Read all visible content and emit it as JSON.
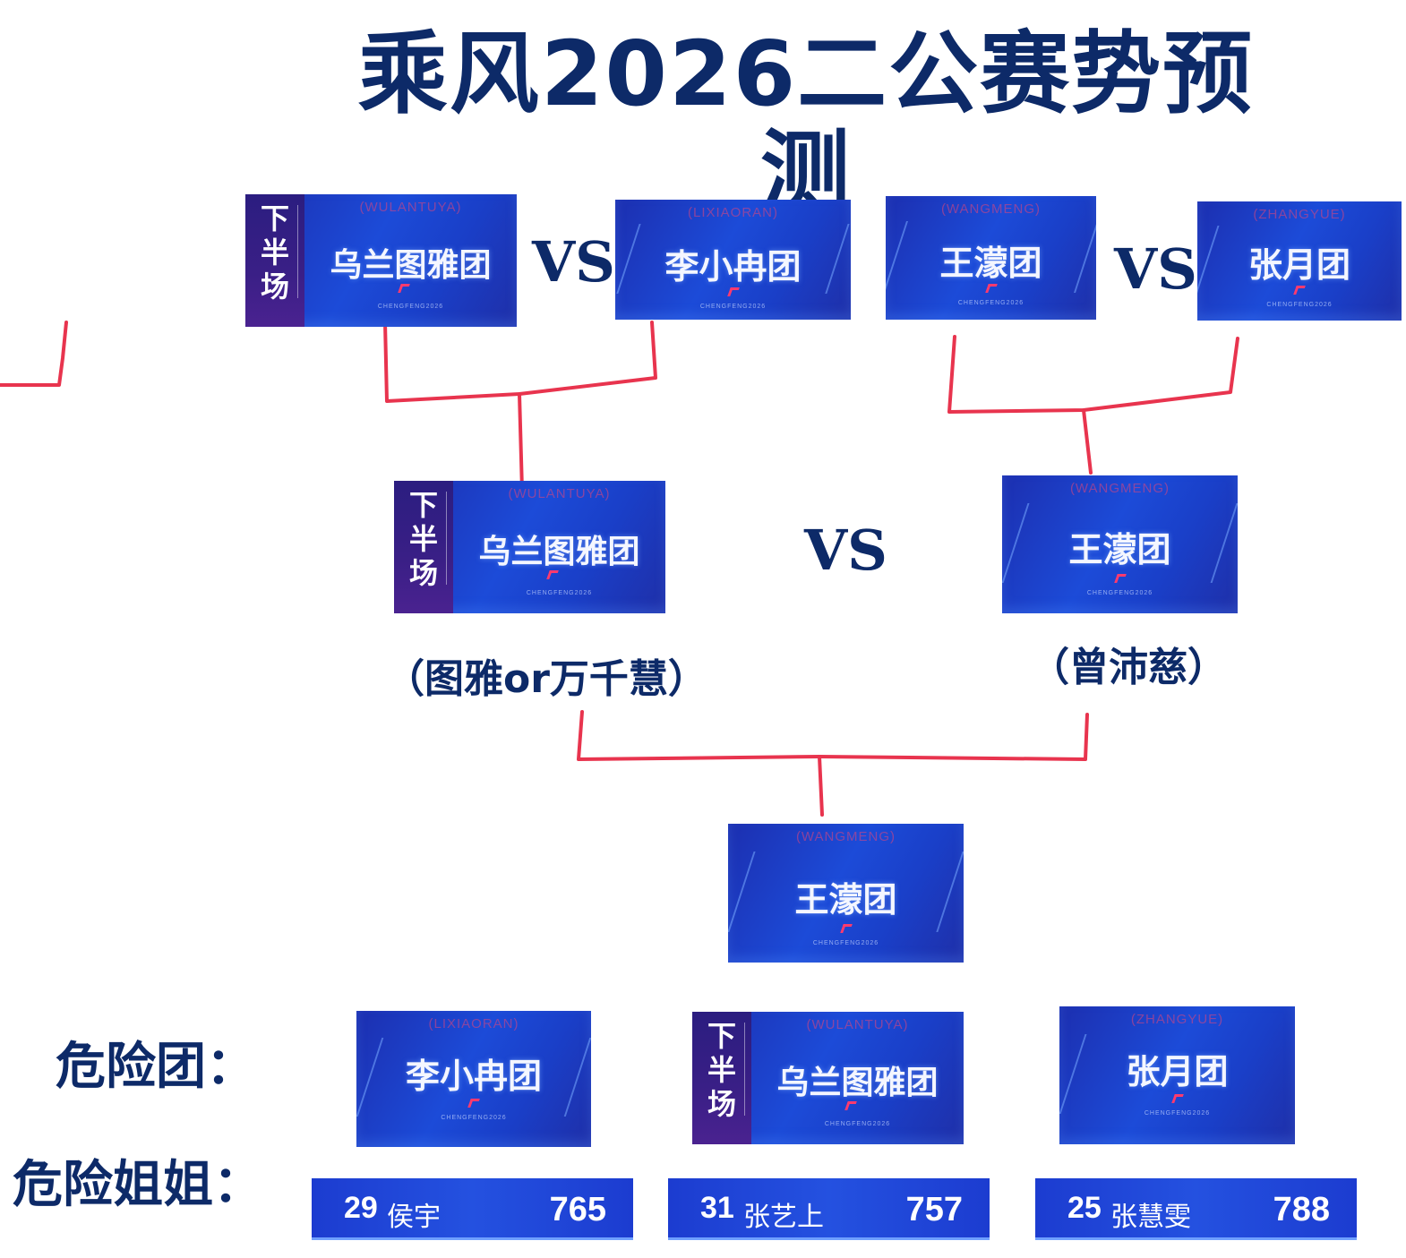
{
  "title": "乘风2026二公赛势预测",
  "vs_label": "VS",
  "tag_vertical": "下半场",
  "round1": {
    "left_a": {
      "name": "乌兰图雅团",
      "pinyin": "(WULANTUYA)"
    },
    "left_b": {
      "name": "李小冉团",
      "pinyin": "(LIXIAORAN)"
    },
    "right_a": {
      "name": "王濛团",
      "pinyin": "(WANGMENG)"
    },
    "right_b": {
      "name": "张月团",
      "pinyin": "(ZHANGYUE)"
    }
  },
  "round2": {
    "left": {
      "name": "乌兰图雅团",
      "pinyin": "(WULANTUYA)",
      "note": "（图雅or万千慧）"
    },
    "right": {
      "name": "王濛团",
      "pinyin": "(WANGMENG)",
      "note": "（曾沛慈）"
    }
  },
  "final": {
    "name": "王濛团",
    "pinyin": "(WANGMENG)"
  },
  "danger_teams": {
    "label": "危险团：",
    "items": [
      {
        "name": "李小冉团",
        "pinyin": "(LIXIAORAN)"
      },
      {
        "name": "乌兰图雅团",
        "pinyin": "(WULANTUYA)"
      },
      {
        "name": "张月团",
        "pinyin": "(ZHANGYUE)"
      }
    ]
  },
  "danger_sisters": {
    "label": "危险姐姐：",
    "items": [
      {
        "rank": "29",
        "name": "侯宇",
        "score": "765"
      },
      {
        "rank": "31",
        "name": "张艺上",
        "score": "757"
      },
      {
        "rank": "25",
        "name": "张慧雯",
        "score": "788"
      }
    ]
  },
  "card_footer": "CHENGFENG2026",
  "colors": {
    "title": "#0d2a68",
    "card_blue": "#1c3cd0",
    "bracket": "#e8344e",
    "side_purple": "#3a1f86"
  }
}
